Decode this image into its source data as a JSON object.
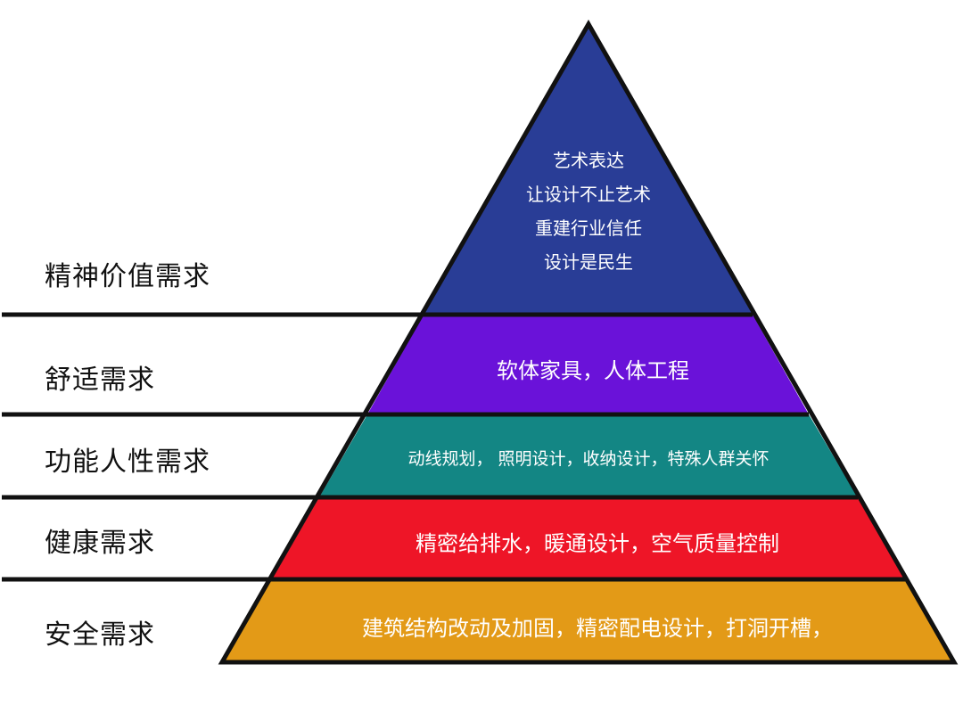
{
  "diagram": {
    "levels": [
      {
        "id": "spirit",
        "label": "精神价值需求",
        "lines": [
          "艺术表达",
          "让设计不止艺术",
          "重建行业信任",
          "设计是民生"
        ],
        "color": "#293d96"
      },
      {
        "id": "comfort",
        "label": "舒适需求",
        "text": "软体家具，人体工程",
        "color": "#6a12d9"
      },
      {
        "id": "function",
        "label": "功能人性需求",
        "text": "动线规划， 照明设计，收纳设计，特殊人群关怀",
        "color": "#138684"
      },
      {
        "id": "health",
        "label": "健康需求",
        "text": "精密给排水，暖通设计，空气质量控制",
        "color": "#ee1527"
      },
      {
        "id": "safety",
        "label": "安全需求",
        "text": "建筑结构改动及加固，精密配电设计，打洞开槽，",
        "color": "#e39a17"
      }
    ]
  }
}
